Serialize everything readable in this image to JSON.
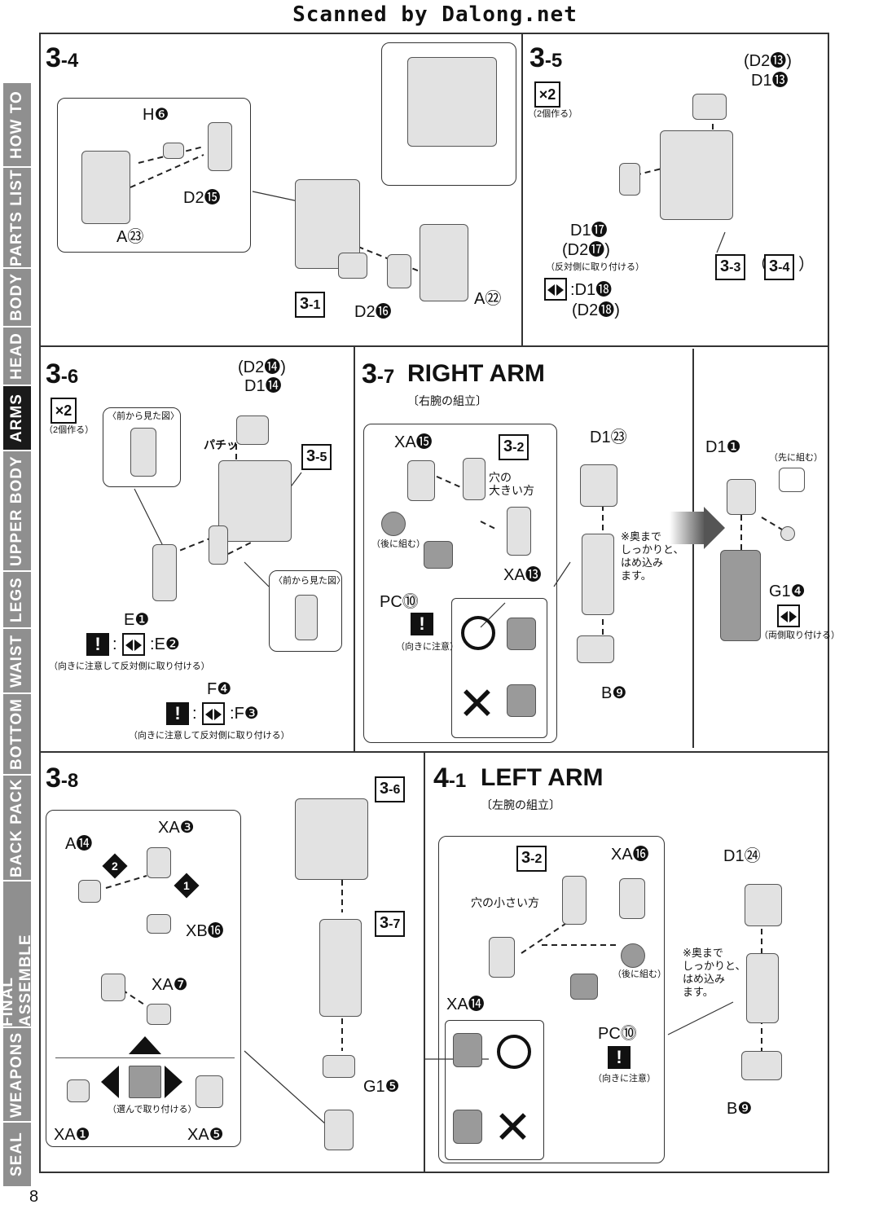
{
  "header": {
    "watermark": "Scanned by Dalong.net"
  },
  "page_number": "8",
  "sidebar": {
    "tabs": [
      {
        "label": "HOW TO",
        "active": false
      },
      {
        "label": "PARTS LIST",
        "active": false
      },
      {
        "label": "BODY",
        "active": false
      },
      {
        "label": "HEAD",
        "active": false
      },
      {
        "label": "ARMS",
        "active": true
      },
      {
        "label": "UPPER BODY",
        "active": false
      },
      {
        "label": "LEGS",
        "active": false
      },
      {
        "label": "WAIST",
        "active": false
      },
      {
        "label": "BOTTOM",
        "active": false
      },
      {
        "label": "BACK PACK",
        "active": false
      },
      {
        "label": "FINAL ASSEMBLE",
        "active": false
      },
      {
        "label": "WEAPONS",
        "active": false
      },
      {
        "label": "SEAL",
        "active": false
      }
    ]
  },
  "colors": {
    "tab": "#8f8f8f",
    "tab_active": "#1a1a1a",
    "line": "#333333"
  },
  "s34": {
    "major": "3",
    "minor": "-4",
    "labels": {
      "h6": "H❻",
      "d215": "D2⓯",
      "a23": "A㉓",
      "a22": "A㉒",
      "d216": "D2⓰"
    },
    "ref": {
      "major": "3",
      "minor": "-1"
    }
  },
  "s35": {
    "major": "3",
    "minor": "-5",
    "x2": "×2",
    "x2_note": "（2個作る）",
    "labels": {
      "d213": "(D2⓭)",
      "d113": "D1⓭",
      "d117": "D1⓱",
      "d217": "(D2⓱)",
      "d118": "D1⓲",
      "d218": "(D2⓲)"
    },
    "note_opposite": "（反対側に取り付ける）",
    "colon": ":",
    "ref33": {
      "major": "3",
      "minor": "-3"
    },
    "ref34": {
      "major": "3",
      "minor": "-4"
    },
    "paren_open": "（",
    "paren_close": "）"
  },
  "s36": {
    "major": "3",
    "minor": "-6",
    "x2": "×2",
    "x2_note": "（2個作る）",
    "front_view": "〈前から見た図〉",
    "front_view2": "〈前から見た図〉",
    "pachi": "パチッ",
    "labels": {
      "d214": "(D2⓮)",
      "d114": "D1⓮",
      "e1": "E❶",
      "e2": "E❷",
      "f4": "F❹",
      "f3": "F❸"
    },
    "note_e": "（向きに注意して反対側に取り付ける）",
    "note_f": "（向きに注意して反対側に取り付ける）",
    "colon": ":",
    "ref": {
      "major": "3",
      "minor": "-5"
    }
  },
  "s37": {
    "major": "3",
    "minor": "-7",
    "title": "RIGHT ARM",
    "subtitle": "〔右腕の組立〕",
    "labels": {
      "xa15": "XA⓯",
      "xa13": "XA⓭",
      "pc10": "PC⓾",
      "d123": "D1㉓",
      "b9": "B❾",
      "d11": "D1❶",
      "g14": "G1❹"
    },
    "ref": {
      "major": "3",
      "minor": "-2"
    },
    "hole_large": "穴の\n大きい方",
    "assemble_later": "（後に組む）",
    "mind_direction": "（向きに注意）",
    "push_in": "※奥まで\nしっかりと、\nはめ込み\nます。",
    "assemble_first": "（先に組む）",
    "both_sides": "（両側取り付ける）"
  },
  "s38": {
    "major": "3",
    "minor": "-8",
    "labels": {
      "a14": "A⓮",
      "xa3": "XA❸",
      "xb16": "XB⓰",
      "xa7": "XA❼",
      "xa1": "XA❶",
      "xa5": "XA❺",
      "g15": "G1❺"
    },
    "step1": "1",
    "step2": "2",
    "choose": "（選んで取り付ける）",
    "ref36": {
      "major": "3",
      "minor": "-6"
    },
    "ref37": {
      "major": "3",
      "minor": "-7"
    }
  },
  "s41": {
    "major": "4",
    "minor": "-1",
    "title": "LEFT ARM",
    "subtitle": "〔左腕の組立〕",
    "labels": {
      "xa16": "XA⓰",
      "xa14": "XA⓮",
      "pc10": "PC⓾",
      "d124": "D1㉔",
      "b9": "B❾"
    },
    "ref": {
      "major": "3",
      "minor": "-2"
    },
    "hole_small": "穴の小さい方",
    "assemble_later": "（後に組む）",
    "mind_direction": "（向きに注意）",
    "push_in": "※奥まで\nしっかりと、\nはめ込み\nます。"
  }
}
